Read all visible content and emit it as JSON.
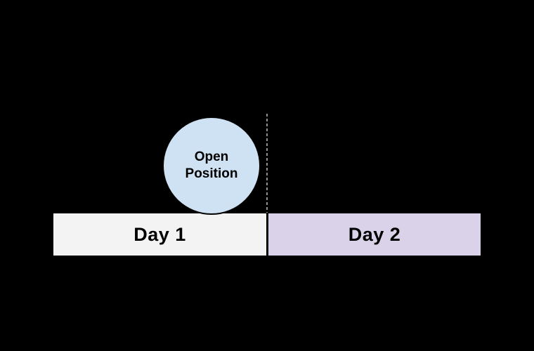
{
  "canvas": {
    "background": "#000000"
  },
  "open_position_circle": {
    "label": "Open Position",
    "fill": "#cfe2f3",
    "border_color": "#000000",
    "text_color": "#000000"
  },
  "day_boundary_line": {
    "style": "dashed",
    "color": "#909090"
  },
  "timeline_bars": [
    {
      "label": "Day 1",
      "fill": "#f3f3f3",
      "text_color": "#000000"
    },
    {
      "label": "Day 2",
      "fill": "#d9d2e9",
      "text_color": "#000000"
    }
  ]
}
